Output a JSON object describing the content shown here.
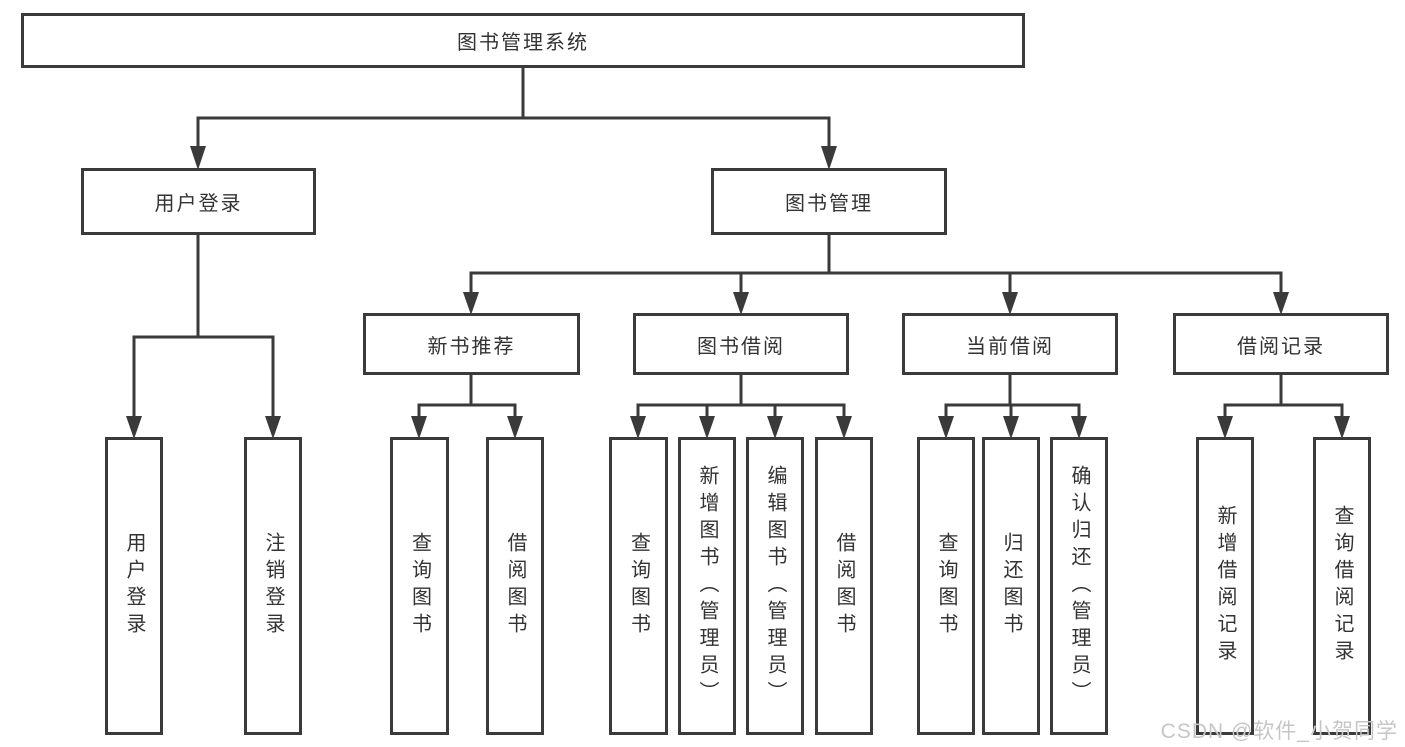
{
  "colors": {
    "line": "#3a3a3a",
    "text": "#333333",
    "background": "#ffffff",
    "watermark": "#c6c6c6"
  },
  "watermark": "CSDN @软件_小贺同学",
  "diagram": {
    "root": "图书管理系统",
    "level2": {
      "user_login": "用户登录",
      "book_mgmt": "图书管理"
    },
    "level3": {
      "new_books": "新书推荐",
      "book_borrow": "图书借阅",
      "current_borrow": "当前借阅",
      "borrow_records": "借阅记录"
    },
    "leaves": {
      "user_login": [
        "用户登录",
        "注销登录"
      ],
      "new_books": [
        "查询图书",
        "借阅图书"
      ],
      "book_borrow": [
        "查询图书",
        "新增图书（管理员）",
        "编辑图书（管理员）",
        "借阅图书"
      ],
      "current_borrow": [
        "查询图书",
        "归还图书",
        "确认归还（管理员）"
      ],
      "borrow_records": [
        "新增借阅记录",
        "查询借阅记录"
      ]
    }
  }
}
